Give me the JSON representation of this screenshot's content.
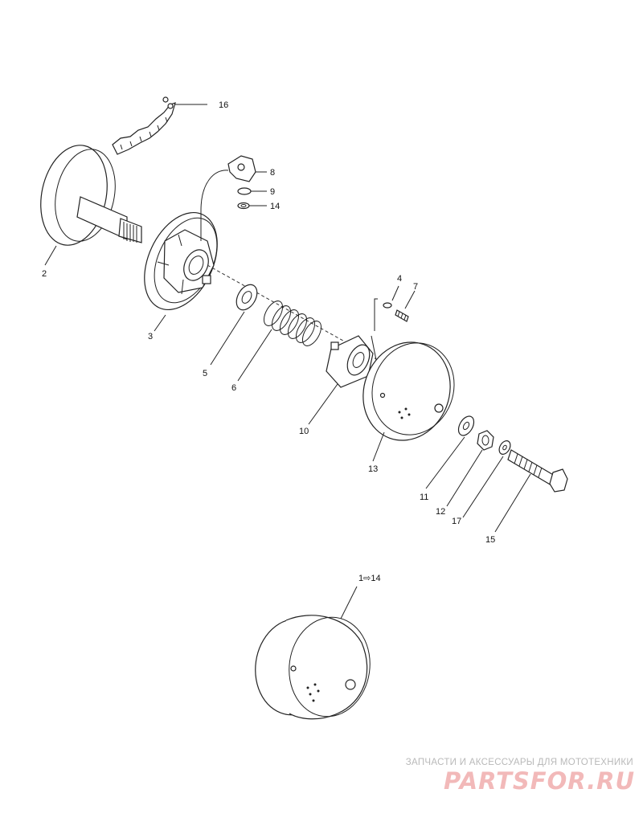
{
  "callouts": {
    "p1": "1",
    "p2": "2",
    "p3": "3",
    "p4": "4",
    "p5": "5",
    "p6": "6",
    "p7": "7",
    "p8": "8",
    "p9": "9",
    "p10": "10",
    "p11": "11",
    "p12": "12",
    "p13": "13",
    "p14": "14",
    "p15": "15",
    "p16": "16",
    "p17": "17",
    "assembly": "1⇨14"
  },
  "watermark": {
    "tagline": "ЗАПЧАСТИ И АКСЕССУАРЫ ДЛЯ МОТОТЕХНИКИ",
    "logo": "PARTSFOR.RU"
  }
}
